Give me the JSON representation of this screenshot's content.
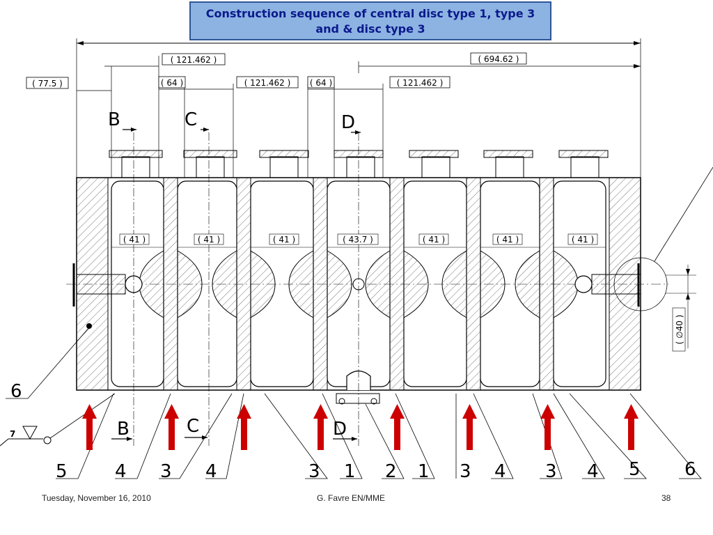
{
  "title": {
    "line1": "Construction sequence of central disc type 1, type 3",
    "line2": "and & disc type 3"
  },
  "dimensions": {
    "d77_5": "( 77.5 )",
    "d121_top": "( 121.462 )",
    "d64_a": "( 64 )",
    "d121_mid": "( 121.462 )",
    "d64_b": "( 64 )",
    "d121_right": "( 121.462 )",
    "d694": "( 694.62 )",
    "d40": "( ∅40 )"
  },
  "gap_labels": [
    "( 41 )",
    "( 41 )",
    "( 41 )",
    "( 43.7 )",
    "( 41 )",
    "( 41 )",
    "( 41 )"
  ],
  "section_letters": {
    "b": "B",
    "c": "C",
    "d": "D",
    "b_bottom": "B",
    "c_bottom": "C",
    "d_bottom": "D"
  },
  "weld_number": "7",
  "part_numbers": [
    "6",
    "5",
    "4",
    "3",
    "4",
    "3",
    "1",
    "2",
    "1",
    "3",
    "4",
    "3",
    "4",
    "5",
    "6"
  ],
  "colors": {
    "title_bg": "#8db3e2",
    "title_text": "#0b1a8c",
    "arrow": "#cc0000"
  },
  "footer": {
    "date": "Tuesday, November 16, 2010",
    "author": "G. Favre EN/MME",
    "page": "38"
  }
}
